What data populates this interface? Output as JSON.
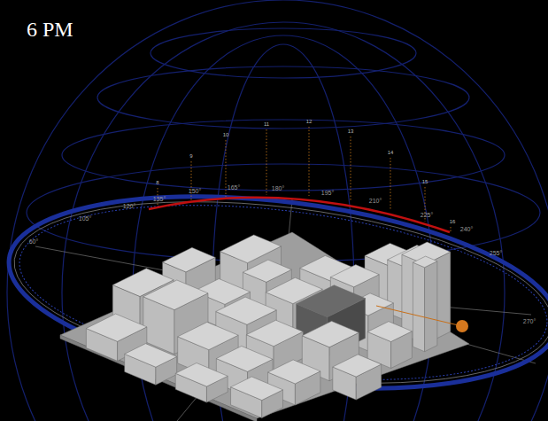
{
  "diagram": {
    "title": "6 PM",
    "labels": [
      "60°",
      "105°",
      "120°",
      "135°",
      "150°",
      "165°",
      "180°",
      "195°",
      "210°",
      "225°",
      "240°",
      "255°",
      "270°",
      "8",
      "9",
      "10",
      "11",
      "12",
      "13",
      "14",
      "15",
      "16"
    ]
  }
}
